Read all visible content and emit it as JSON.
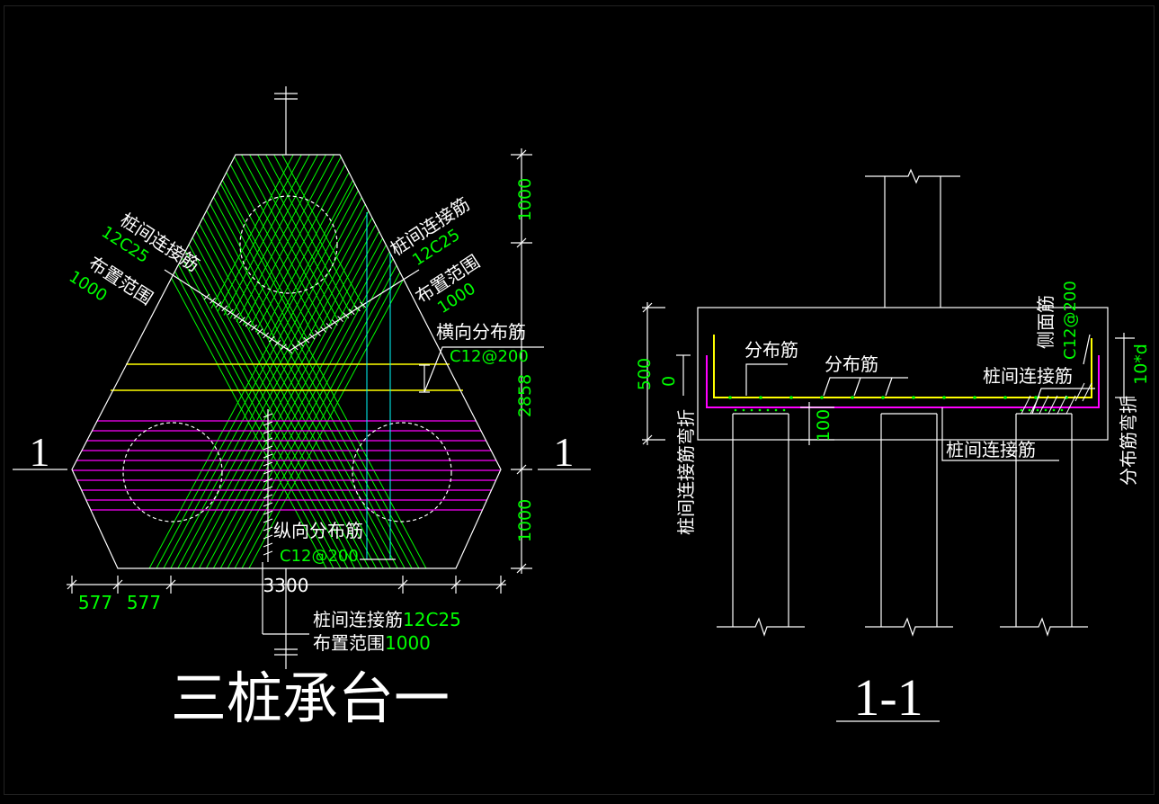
{
  "plan": {
    "title": "三桩承台一",
    "section_mark": "1",
    "label_left_name": "桩间连接筋",
    "label_left_spec": "12C25",
    "label_left_range_name": "布置范围",
    "label_left_range_value": "1000",
    "label_right_name": "桩间连接筋",
    "label_right_spec": "12C25",
    "label_right_range_name": "布置范围",
    "label_right_range_value": "1000",
    "transverse_name": "横向分布筋",
    "transverse_spec": "C12@200",
    "longitudinal_name": "纵向分布筋",
    "longitudinal_spec": "C12@200",
    "bottom_label_name": "桩间连接筋",
    "bottom_label_spec": "12C25",
    "bottom_range_name": "布置范围",
    "bottom_range_value": "1000",
    "dims": {
      "top": "1000",
      "middle": "2858",
      "bottom": "1000",
      "width": "3300",
      "edge1": "577",
      "edge2": "577"
    }
  },
  "section": {
    "title": "1-1",
    "dist_bar_1": "分布筋",
    "dist_bar_2": "分布筋",
    "side_bar_name": "侧面筋",
    "side_bar_spec": "C12@200",
    "pile_bar_upper": "桩间连接筋",
    "pile_bar_lower": "桩间连接筋",
    "pile_bend_vertical": "桩间连接筋弯折",
    "dist_bend_vertical": "分布筋弯折",
    "bend_value": "10*d",
    "dims": {
      "height": "500",
      "height_zero": "0",
      "cover": "100"
    }
  },
  "colors": {
    "background": "#000000",
    "line": "#ffffff",
    "rebar": "#00ff00",
    "mesh": "#ff00ff",
    "yellow": "#ffff00",
    "cyan": "#00ffff"
  }
}
